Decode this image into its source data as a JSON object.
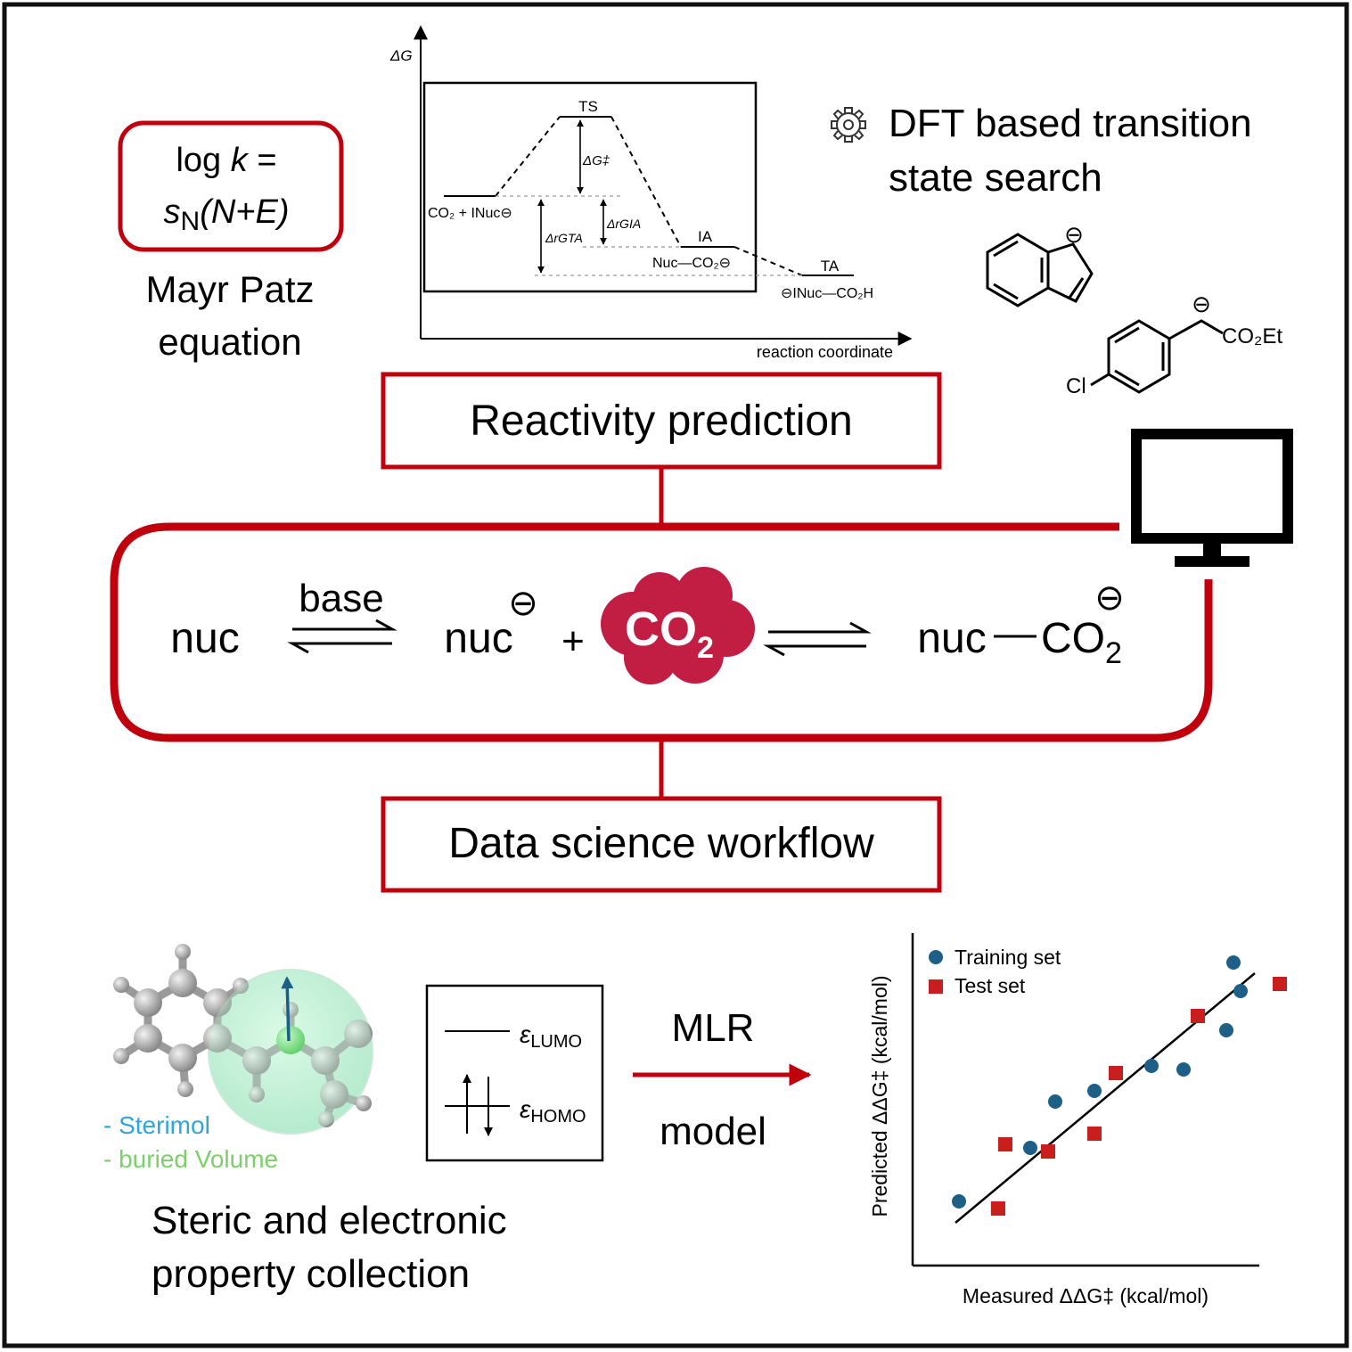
{
  "colors": {
    "accent_red": "#c0000c",
    "co2_cloud": "#c21d42",
    "training_blue": "#1d5f86",
    "test_red": "#c81e1e",
    "sterimol_blue": "#2aa7dd",
    "buried_green": "#7ccf6b",
    "line_black": "#000000"
  },
  "mayr": {
    "eq_line1": "log ",
    "eq_k": "k",
    "eq_eq": " =",
    "eq_s": "s",
    "eq_N": "N",
    "eq_rest": "(N+E)",
    "caption_line1": "Mayr Patz",
    "caption_line2": "equation"
  },
  "energy_diagram": {
    "y_axis": "ΔG",
    "x_axis": "reaction coordinate",
    "ts": "TS",
    "ia": "IA",
    "ta": "TA",
    "reactant": "CO₂ + INuc⊖",
    "ia_species": "Nuc—CO₂⊖",
    "ta_species": "⊖INuc—CO₂H",
    "dg_ts": "ΔG‡",
    "dg_ta": "ΔrGTA",
    "dg_ia": "ΔrGIA"
  },
  "dft": {
    "gear_icon": "gear-icon",
    "line1": "DFT based transition",
    "line2": "state search",
    "molecule_substituent": "CO₂Et",
    "molecule_halogen": "Cl",
    "charge": "⊖"
  },
  "boxes": {
    "reactivity": "Reactivity prediction",
    "workflow": "Data science workflow"
  },
  "reaction": {
    "nuc": "nuc",
    "base": "base",
    "nuc_anion": "nuc",
    "plus": "+",
    "co2": "CO",
    "co2_sub": "2",
    "product_nuc": "nuc",
    "product_co2": "CO",
    "product_sub": "2",
    "charge": "⊖"
  },
  "properties": {
    "sterimol": "- Sterimol",
    "buried": "- buried Volume",
    "caption_line1": "Steric and electronic",
    "caption_line2": "property collection",
    "lumo_eps": "ε",
    "lumo_sub": "LUMO",
    "homo_eps": "ε",
    "homo_sub": "HOMO"
  },
  "mlr": {
    "line1": "MLR",
    "line2": "model"
  },
  "chart_data": {
    "type": "scatter",
    "xlabel": "Measured ΔΔG‡  (kcal/mol)",
    "ylabel": "Predicted ΔΔG‡  (kcal/mol)",
    "xlim": [
      0,
      10
    ],
    "ylim": [
      0,
      10
    ],
    "grid": false,
    "legend": "top-left",
    "series": [
      {
        "name": "Training set",
        "marker": "circle",
        "x": [
          1.3,
          3.3,
          4.0,
          5.1,
          6.7,
          7.6,
          8.8,
          9.0,
          9.2
        ],
        "y": [
          1.8,
          3.3,
          4.6,
          4.9,
          5.6,
          5.5,
          6.6,
          8.5,
          7.7
        ]
      },
      {
        "name": "Test set",
        "marker": "square",
        "x": [
          2.4,
          2.6,
          3.8,
          5.1,
          5.7,
          8.0,
          10.3
        ],
        "y": [
          1.6,
          3.4,
          3.2,
          3.7,
          5.4,
          7.0,
          7.9
        ]
      }
    ],
    "fit_line": {
      "x": [
        1.2,
        9.6
      ],
      "y": [
        1.2,
        8.2
      ]
    }
  }
}
